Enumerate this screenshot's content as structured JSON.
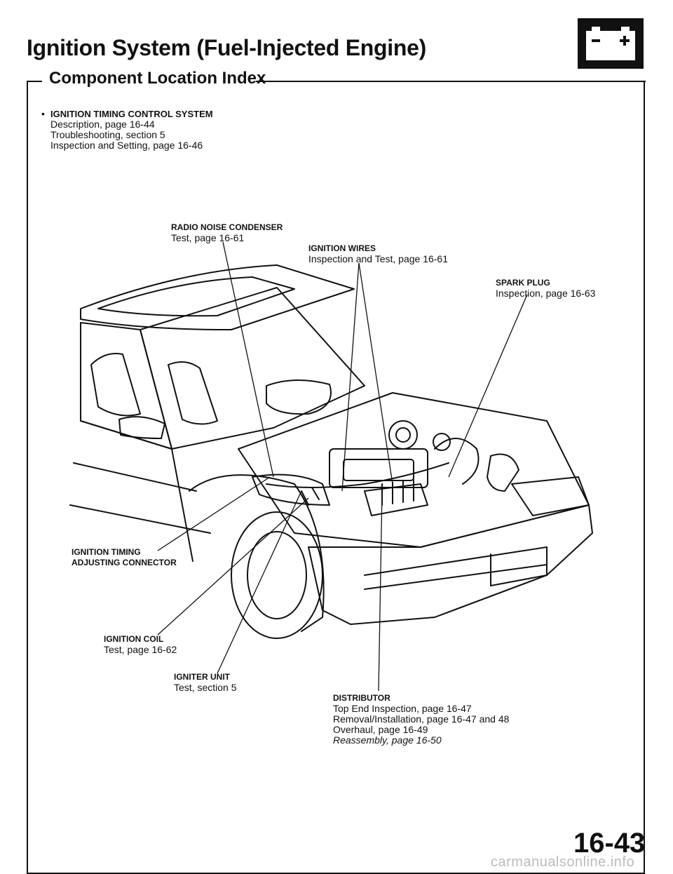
{
  "header": {
    "title": "Ignition System (Fuel-Injected Engine)",
    "subtitle": "Component Location Index"
  },
  "icons": {
    "battery": "battery-icon"
  },
  "bullet": {
    "heading": "IGNITION TIMING CONTROL SYSTEM",
    "lines": [
      "Description, page 16-44",
      "Troubleshooting, section 5",
      "Inspection and Setting, page 16-46"
    ]
  },
  "callouts": {
    "radio_noise": {
      "name": "RADIO NOISE CONDENSER",
      "lines": [
        "Test, page 16-61"
      ]
    },
    "ignition_wires": {
      "name": "IGNITION WIRES",
      "lines": [
        "Inspection and Test, page 16-61"
      ]
    },
    "spark_plug": {
      "name": "SPARK PLUG",
      "lines": [
        "Inspection, page 16-63"
      ]
    },
    "timing_connector": {
      "name_line1": "IGNITION TIMING",
      "name_line2": "ADJUSTING CONNECTOR"
    },
    "ignition_coil": {
      "name": "IGNITION COIL",
      "lines": [
        "Test, page 16-62"
      ]
    },
    "igniter_unit": {
      "name": "IGNITER UNIT",
      "lines": [
        "Test, section 5"
      ]
    },
    "distributor": {
      "name": "DISTRIBUTOR",
      "lines": [
        "Top End Inspection, page 16-47",
        "Removal/Installation, page 16-47 and 48",
        "Overhaul, page 16-49",
        "Reassembly, page 16-50"
      ]
    }
  },
  "footer": {
    "page_number": "16-43",
    "watermark": "carmanualsonline.info"
  }
}
